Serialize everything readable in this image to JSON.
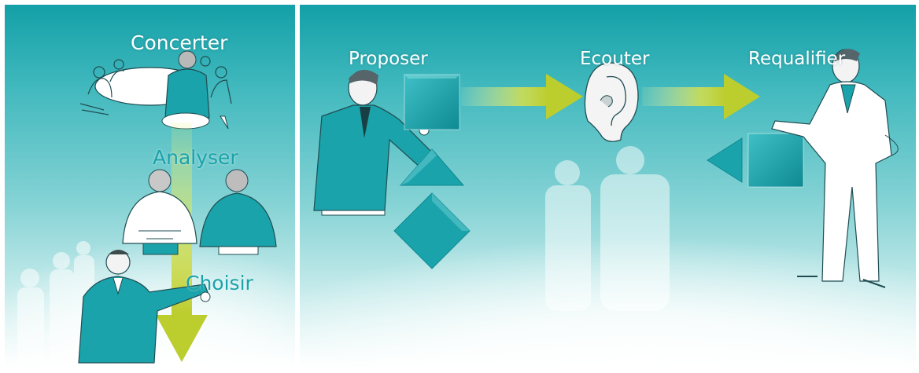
{
  "left_panel": {
    "labels": {
      "concerter": "Concerter",
      "analyser": "Analyser",
      "choisir": "Choisir"
    }
  },
  "right_panel": {
    "labels": {
      "proposer": "Proposer",
      "ecouter": "Ecouter",
      "requalifier": "Requalifier"
    }
  },
  "colors": {
    "teal_dark": "#0e8a92",
    "teal": "#1aa3aa",
    "teal_light": "#3fb8bd",
    "arrow_yellow": "#bccd2e",
    "white": "#ffffff"
  },
  "icons": [
    "meeting-illustration",
    "down-arrow",
    "two-people-back-illustration",
    "presenter-pointing-illustration",
    "teacher-illustration",
    "square-shape",
    "triangle-shape",
    "diamond-shape",
    "right-arrow",
    "ear-icon",
    "man-in-suit-illustration",
    "left-arrow"
  ]
}
